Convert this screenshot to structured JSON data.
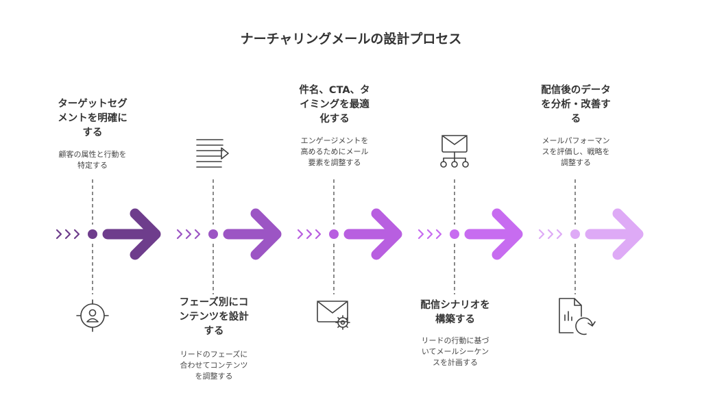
{
  "title": "ナーチャリングメールの設計プロセス",
  "colors": [
    "#6e3d8c",
    "#9c55c4",
    "#b85fe0",
    "#c76cf0",
    "#deaaf6"
  ],
  "steps": [
    {
      "heading": "ターゲットセグ\nメントを明確に\nする",
      "description": "顧客の属性と行動を\n特定する",
      "icon": "target-person-icon"
    },
    {
      "heading": "フェーズ別にコ\nンテンツを設計\nする",
      "description": "リードのフェーズに\n合わせてコンテンツ\nを調整する",
      "icon": "document-play-icon"
    },
    {
      "heading": "件名、CTA、タ\nイミングを最適\n化する",
      "description": "エンゲージメントを\n高めるためにメール\n要素を調整する",
      "icon": "mail-gear-icon"
    },
    {
      "heading": "配信シナリオを\n構築する",
      "description": "リードの行動に基づ\nいてメールシーケン\nスを計画する",
      "icon": "mail-network-icon"
    },
    {
      "heading": "配信後のデータ\nを分析・改善す\nる",
      "description": "メールパフォーマン\nスを評価し、戦略を\n調整する",
      "icon": "report-refresh-icon"
    }
  ]
}
